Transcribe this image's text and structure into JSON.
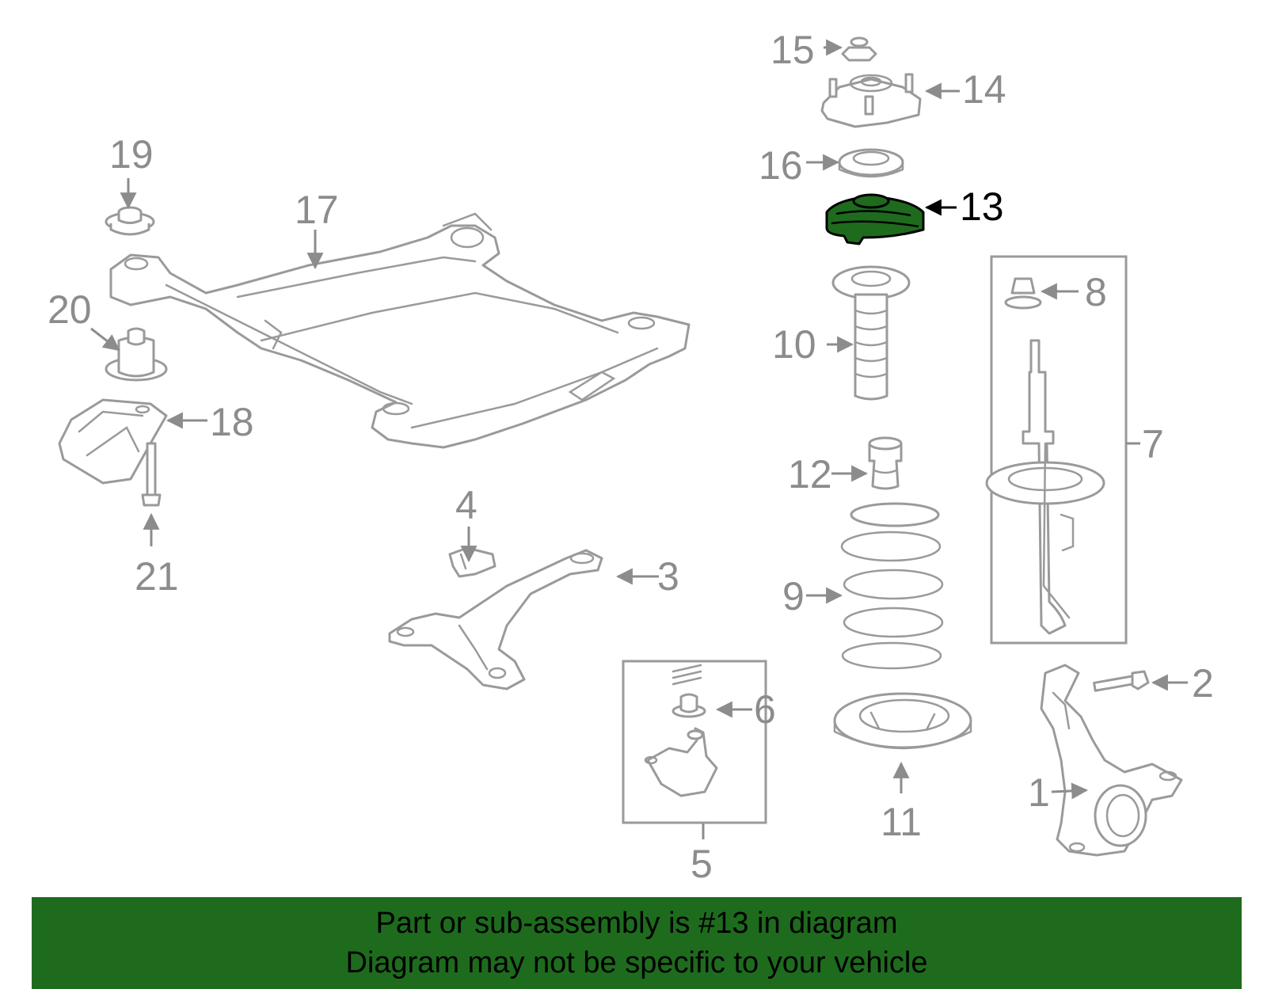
{
  "diagram": {
    "highlight_color": "#1e6b1e",
    "highlighted_part": "13",
    "callouts": [
      "1",
      "2",
      "3",
      "4",
      "5",
      "6",
      "7",
      "8",
      "9",
      "10",
      "11",
      "12",
      "13",
      "14",
      "15",
      "16",
      "17",
      "18",
      "19",
      "20",
      "21"
    ]
  },
  "banner": {
    "line1": "Part or sub-assembly is #13 in diagram",
    "line2": "Diagram may not be specific to your vehicle",
    "background": "#1e6b1e",
    "text_color": "#000000"
  }
}
